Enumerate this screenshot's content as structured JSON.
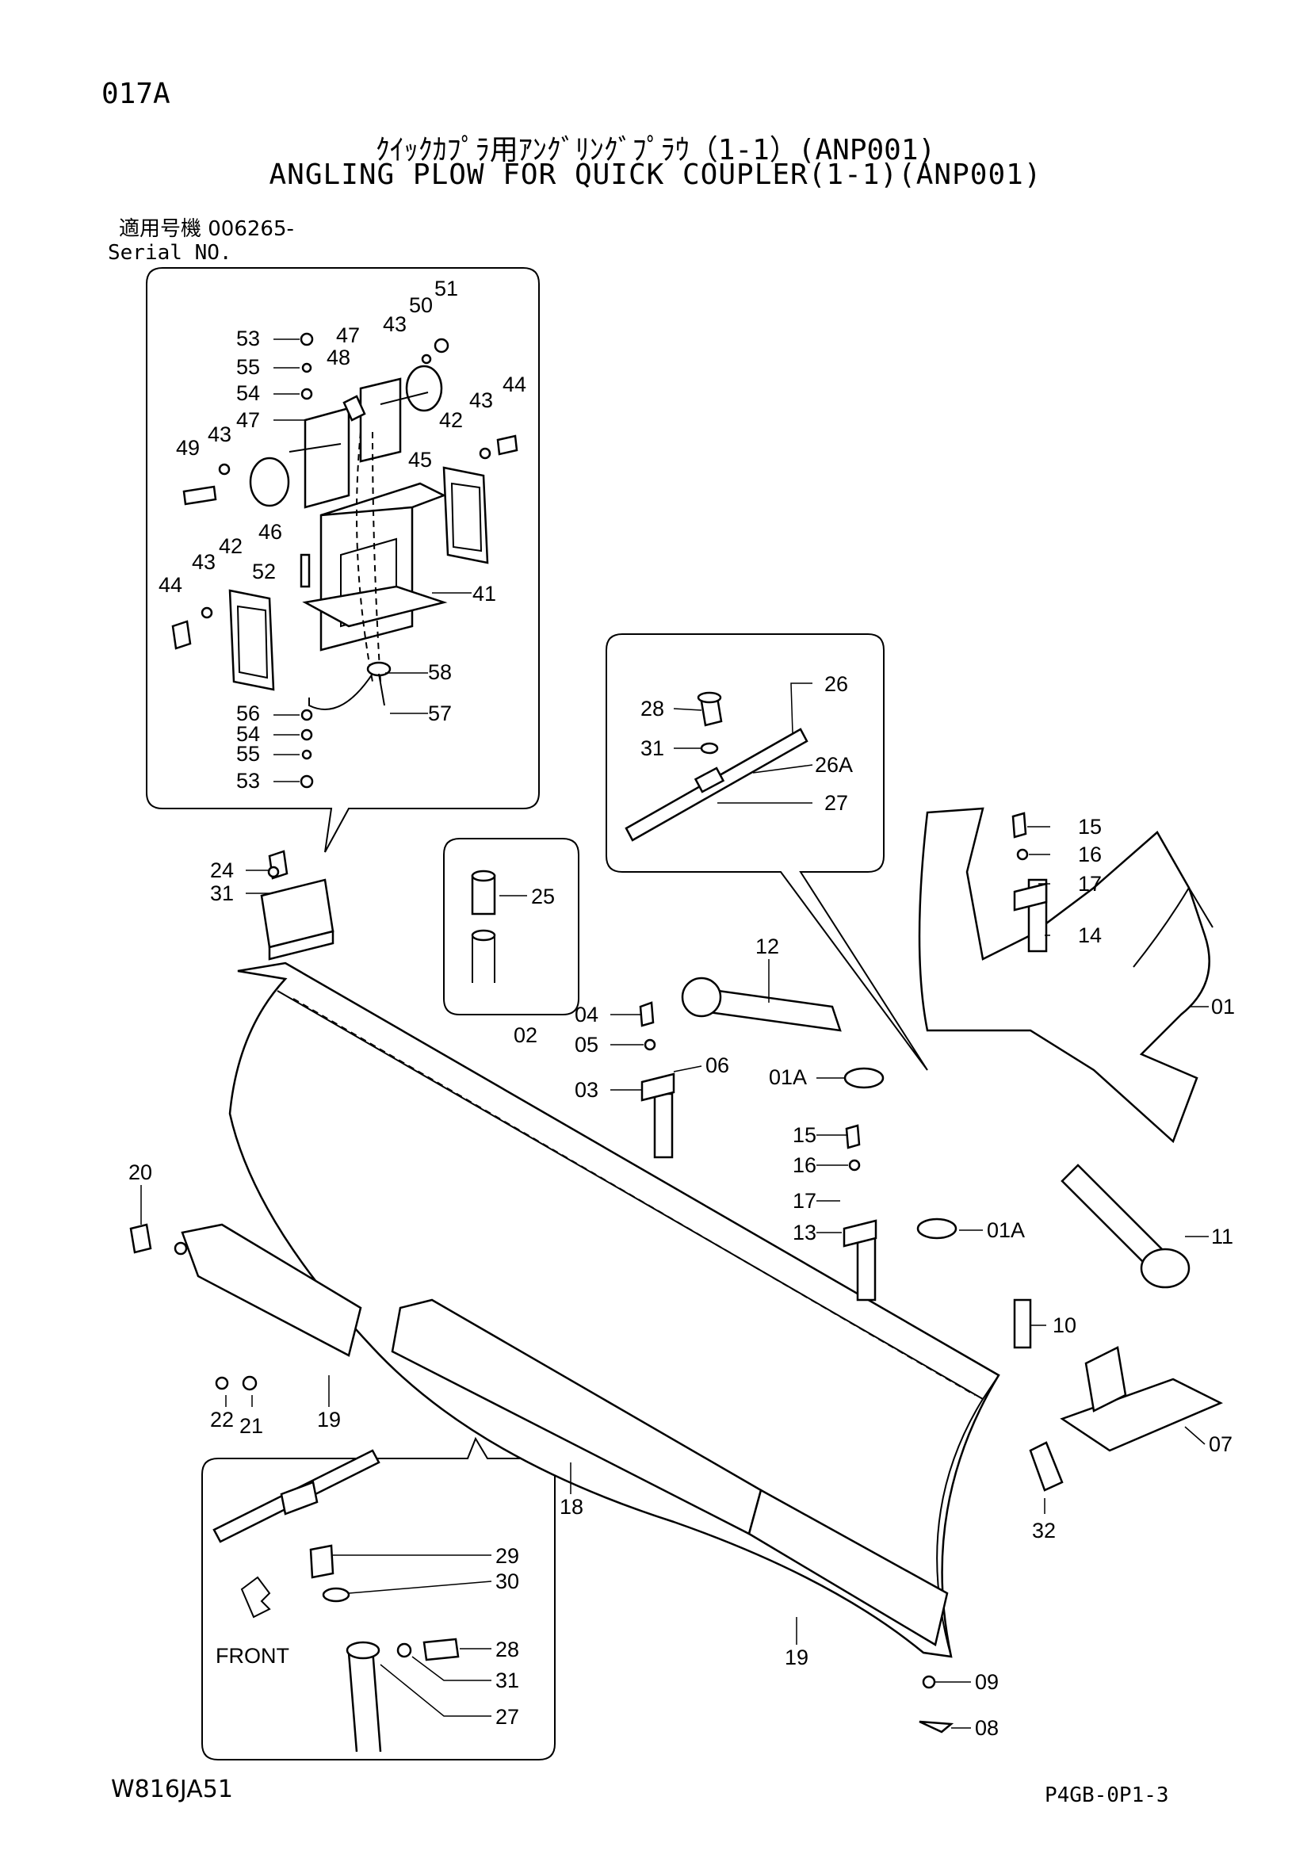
{
  "header": {
    "page_code": "017A",
    "title_jp": "ｸｲｯｸｶﾌﾟﾗ用ｱﾝｸﾞﾘﾝｸﾞﾌﾟﾗｳ（1-1）(ANP001)",
    "title_en": "ANGLING PLOW FOR QUICK COUPLER(1-1)(ANP001)",
    "serial_jp": "適用号機 006265-",
    "serial_en": "Serial NO."
  },
  "footer": {
    "drawing_no": "W816JA51",
    "sheet_no": "P4GB-0P1-3"
  },
  "callouts": {
    "lamp_detail": [
      "51",
      "50",
      "43",
      "53",
      "47",
      "55",
      "48",
      "54",
      "47",
      "42",
      "43",
      "44",
      "49",
      "43",
      "45",
      "46",
      "42",
      "43",
      "52",
      "44",
      "41",
      "58",
      "56",
      "57",
      "54",
      "55",
      "53"
    ],
    "hose_detail": [
      "26",
      "28",
      "31",
      "26A",
      "27"
    ],
    "pin_detail": [
      "25"
    ],
    "front_detail": [
      "29",
      "30",
      "FRONT",
      "28",
      "31",
      "27"
    ],
    "main": [
      "24",
      "31",
      "15",
      "16",
      "17",
      "14",
      "12",
      "01",
      "04",
      "02",
      "05",
      "06",
      "03",
      "01A",
      "15",
      "16",
      "17",
      "13",
      "01A",
      "11",
      "20",
      "10",
      "07",
      "22",
      "21",
      "19",
      "18",
      "32",
      "19",
      "09",
      "08"
    ]
  },
  "direction_label": "FRONT"
}
